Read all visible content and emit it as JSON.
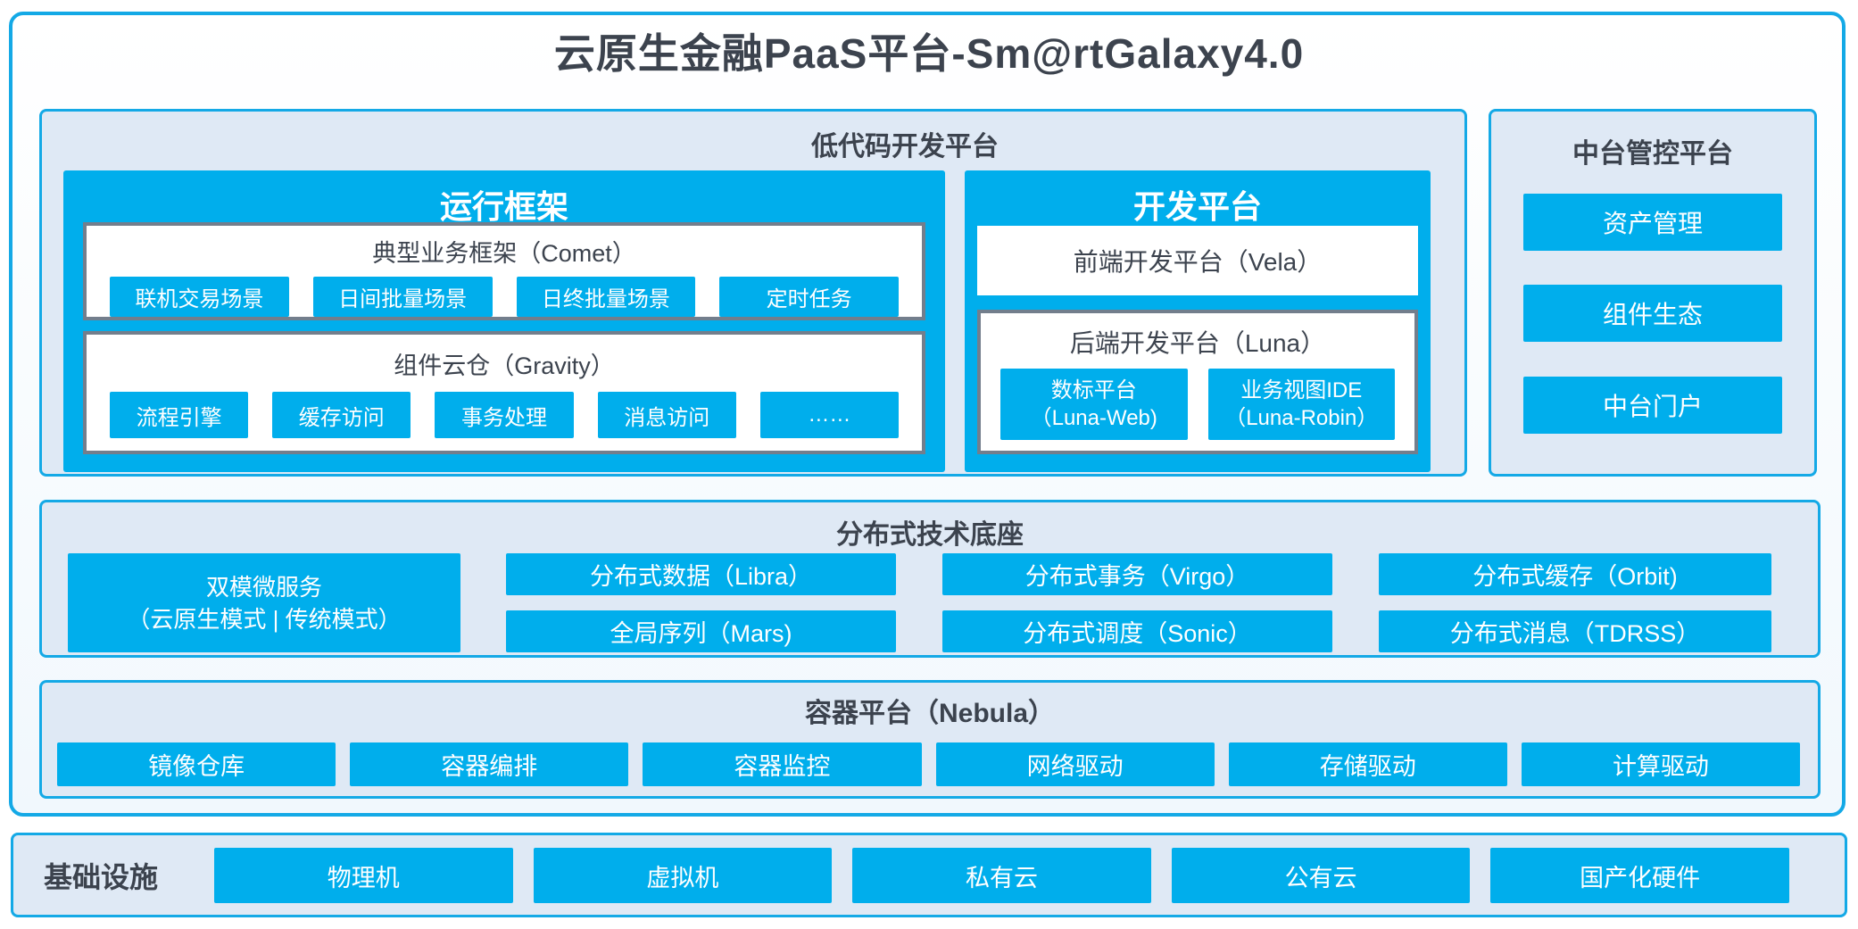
{
  "title": "云原生金融PaaS平台-Sm@rtGalaxy4.0",
  "colors": {
    "accent_blue": "#00AEEC",
    "panel_border": "#14A9E6",
    "panel_bg": "#DFE9F5",
    "inner_box_border": "#737E8C",
    "text_dark": "#3C434E"
  },
  "lowcode": {
    "header": "低代码开发平台",
    "runtime": {
      "title": "运行框架",
      "comet": {
        "title": "典型业务框架（Comet）",
        "items": [
          "联机交易场景",
          "日间批量场景",
          "日终批量场景",
          "定时任务"
        ]
      },
      "gravity": {
        "title": "组件云仓（Gravity）",
        "items": [
          "流程引擎",
          "缓存访问",
          "事务处理",
          "消息访问",
          "……"
        ]
      }
    },
    "dev": {
      "title": "开发平台",
      "vela": "前端开发平台（Vela）",
      "luna": {
        "title": "后端开发平台（Luna）",
        "items": [
          {
            "line1": "数标平台",
            "line2": "（Luna-Web)"
          },
          {
            "line1": "业务视图IDE",
            "line2": "（Luna-Robin）"
          }
        ]
      }
    }
  },
  "midplatform": {
    "header": "中台管控平台",
    "items": [
      "资产管理",
      "组件生态",
      "中台门户"
    ]
  },
  "distributed": {
    "header": "分布式技术底座",
    "dual_mode": {
      "line1": "双模微服务",
      "line2": "（云原生模式 | 传统模式）"
    },
    "items": [
      "分布式数据（Libra）",
      "全局序列（Mars)",
      "分布式事务（Virgo）",
      "分布式调度（Sonic）",
      "分布式缓存（Orbit)",
      "分布式消息（TDRSS）"
    ]
  },
  "container_platform": {
    "header": "容器平台（Nebula）",
    "items": [
      "镜像仓库",
      "容器编排",
      "容器监控",
      "网络驱动",
      "存储驱动",
      "计算驱动"
    ]
  },
  "infrastructure": {
    "header": "基础设施",
    "items": [
      "物理机",
      "虚拟机",
      "私有云",
      "公有云",
      "国产化硬件"
    ]
  }
}
